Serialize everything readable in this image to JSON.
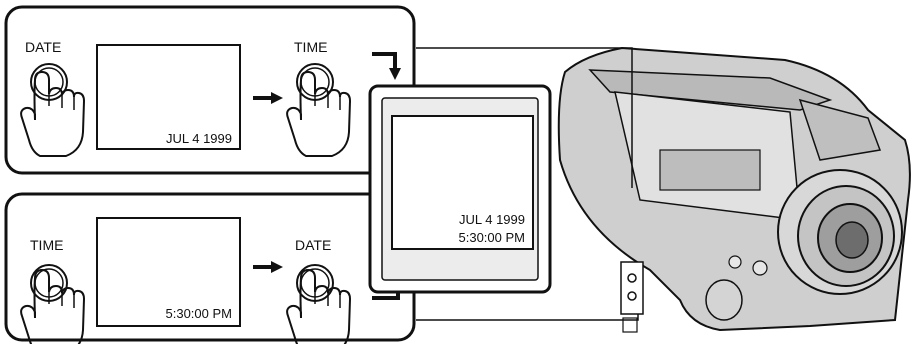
{
  "panels": {
    "top": {
      "first_button_label": "DATE",
      "second_button_label": "TIME",
      "screen_text": "JUL  4  1999"
    },
    "bottom": {
      "first_button_label": "TIME",
      "second_button_label": "DATE",
      "screen_text": "5:30:00  PM"
    }
  },
  "result_screen": {
    "line1": "JUL  4  1999",
    "line2": "5:30:00  PM"
  },
  "icons": [
    "button-press-icon",
    "right-arrow-icon",
    "down-arrow-icon",
    "up-arrow-icon",
    "camcorder-illustration"
  ],
  "colors": {
    "ink": "#111111",
    "background": "#ffffff",
    "camera_shade": "#cfcfcf"
  }
}
